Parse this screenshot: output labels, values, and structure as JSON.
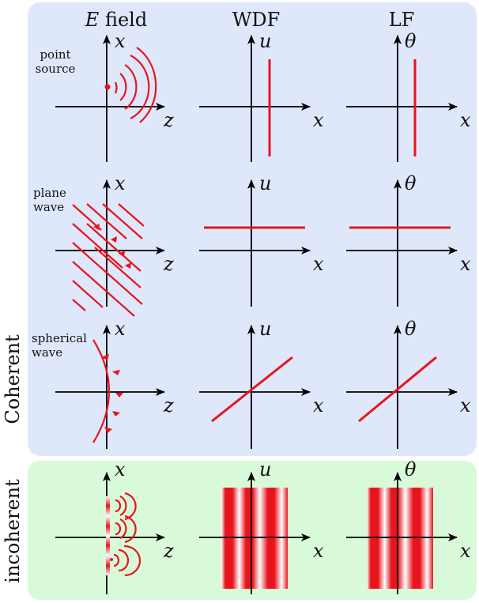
{
  "columns": {
    "efield_prefix": "E",
    "efield_suffix": " field",
    "wdf": "WDF",
    "lf": "LF"
  },
  "groups": {
    "coherent": "Coherent",
    "incoherent": "incoherent"
  },
  "rows": {
    "point_source": [
      "point",
      "source"
    ],
    "plane_wave": [
      "plane",
      "wave"
    ],
    "spherical_wave": [
      "spherical",
      "wave"
    ]
  },
  "axis_labels": {
    "x": "x",
    "z": "z",
    "u": "u",
    "theta": "θ"
  },
  "colors": {
    "coherent_bg": "#dfe8fb",
    "incoherent_bg": "#d9fad8",
    "wave_red": "#e8141d"
  }
}
